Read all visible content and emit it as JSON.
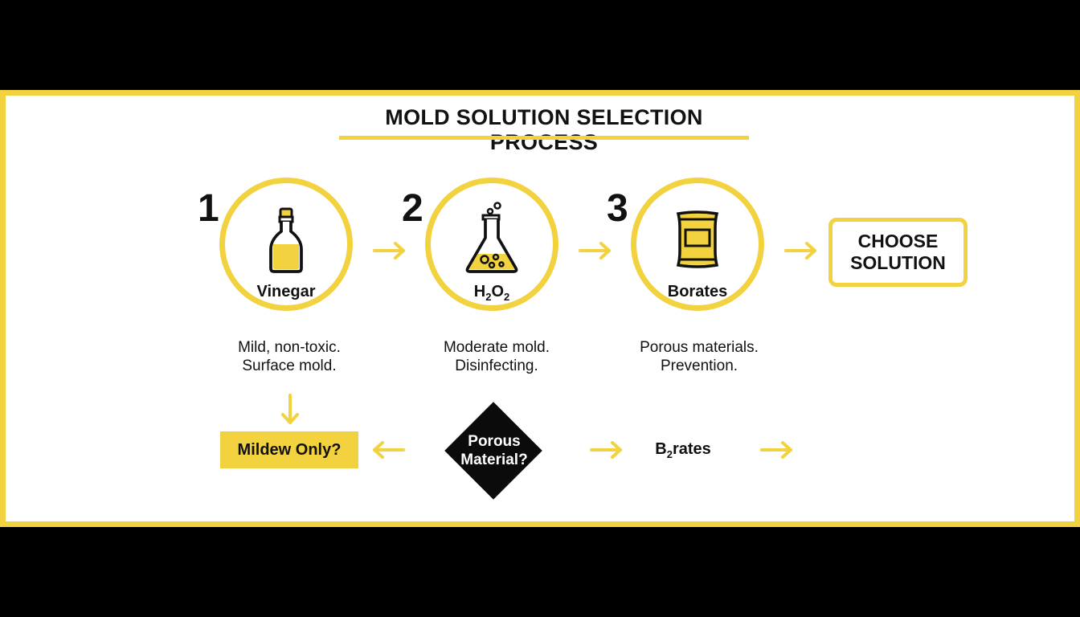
{
  "title": "MOLD SOLUTION SELECTION PROCESS",
  "steps": [
    {
      "number": "1",
      "label": "Vinegar",
      "icon": "vinegar-bottle-icon",
      "desc_line1": "Mild, non-toxic.",
      "desc_line2": "Surface mold."
    },
    {
      "number": "2",
      "label_main": "H",
      "label_sub1": "2",
      "label_mid": "O",
      "label_sub2": "2",
      "icon": "flask-icon",
      "desc_line1": "Moderate mold.",
      "desc_line2": "Disinfecting."
    },
    {
      "number": "3",
      "label": "Borates",
      "icon": "bag-icon",
      "desc_line1": "Porous materials.",
      "desc_line2": "Prevention."
    }
  ],
  "choose": {
    "line1": "CHOOSE",
    "line2": "SOLUTION"
  },
  "decision": {
    "mildew_label": "Mildew Only?",
    "diamond_line1": "Porous",
    "diamond_line2": "Material?",
    "borates_pre": "B",
    "borates_sub": "2",
    "borates_post": "rates"
  },
  "colors": {
    "accent": "#f2d23f",
    "ink": "#111111",
    "frame": "#000000",
    "panel": "#ffffff"
  }
}
